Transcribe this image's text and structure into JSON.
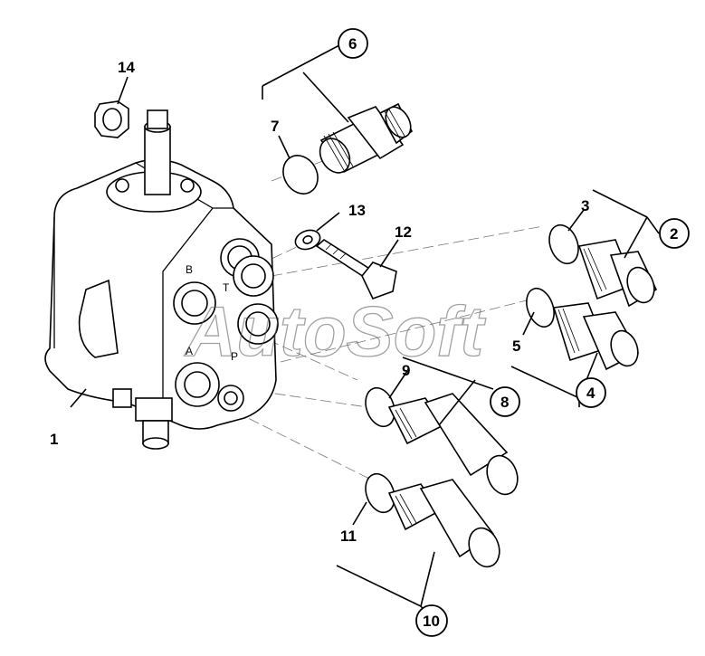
{
  "watermark": "AutoSoft",
  "port_letters": [
    "B",
    "A",
    "T",
    "P"
  ],
  "callouts": [
    {
      "id": "c1",
      "text": "1",
      "circled": false
    },
    {
      "id": "c2",
      "text": "2",
      "circled": true
    },
    {
      "id": "c3",
      "text": "3",
      "circled": false
    },
    {
      "id": "c4",
      "text": "4",
      "circled": true
    },
    {
      "id": "c5",
      "text": "5",
      "circled": false
    },
    {
      "id": "c6",
      "text": "6",
      "circled": true
    },
    {
      "id": "c7",
      "text": "7",
      "circled": false
    },
    {
      "id": "c8",
      "text": "8",
      "circled": true
    },
    {
      "id": "c9",
      "text": "9",
      "circled": false
    },
    {
      "id": "c10",
      "text": "10",
      "circled": true
    },
    {
      "id": "c11",
      "text": "11",
      "circled": false
    },
    {
      "id": "c12",
      "text": "12",
      "circled": false
    },
    {
      "id": "c13",
      "text": "13",
      "circled": false
    },
    {
      "id": "c14",
      "text": "14",
      "circled": false
    }
  ]
}
